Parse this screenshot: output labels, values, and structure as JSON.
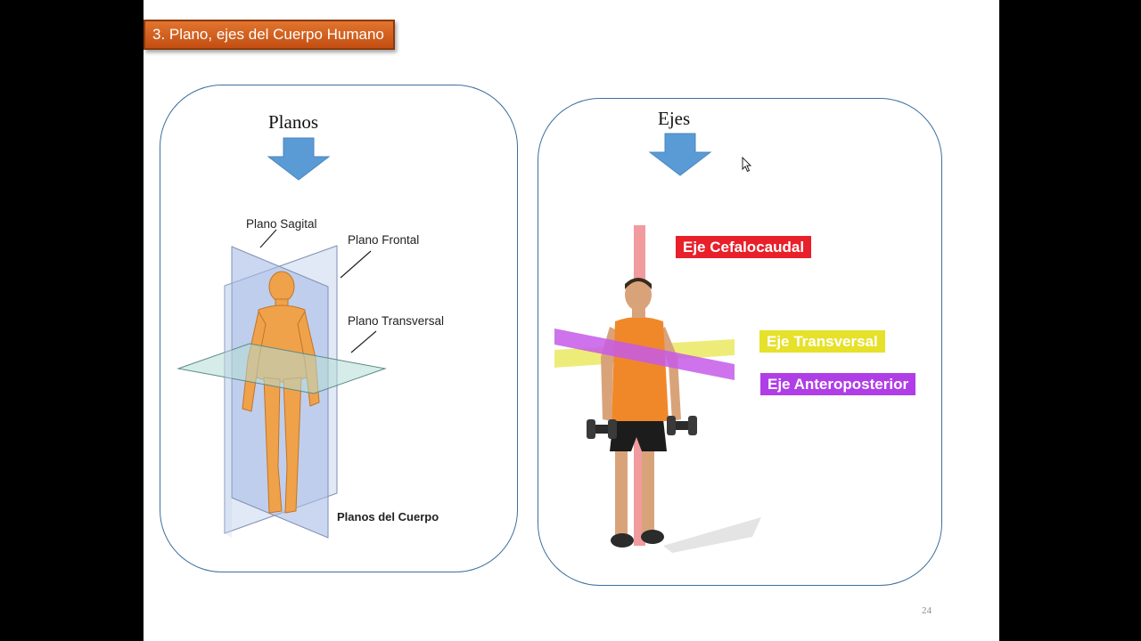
{
  "slide": {
    "title": "3. Plano, ejes del Cuerpo Humano",
    "page_number": "24"
  },
  "left_panel": {
    "heading": "Planos",
    "labels": {
      "sagital": "Plano Sagital",
      "frontal": "Plano Frontal",
      "transversal": "Plano Transversal",
      "caption": "Planos del Cuerpo"
    }
  },
  "right_panel": {
    "heading": "Ejes",
    "axes": [
      {
        "label": "Eje Cefalocaudal",
        "color": "#e8202a"
      },
      {
        "label": "Eje Transversal",
        "color": "#e6e12a"
      },
      {
        "label": "Eje Anteroposterior",
        "color": "#b03ee6"
      }
    ]
  },
  "colors": {
    "banner": "#d9641f",
    "panel_border": "#3d6f9e",
    "arrow": "#5b9bd5"
  }
}
